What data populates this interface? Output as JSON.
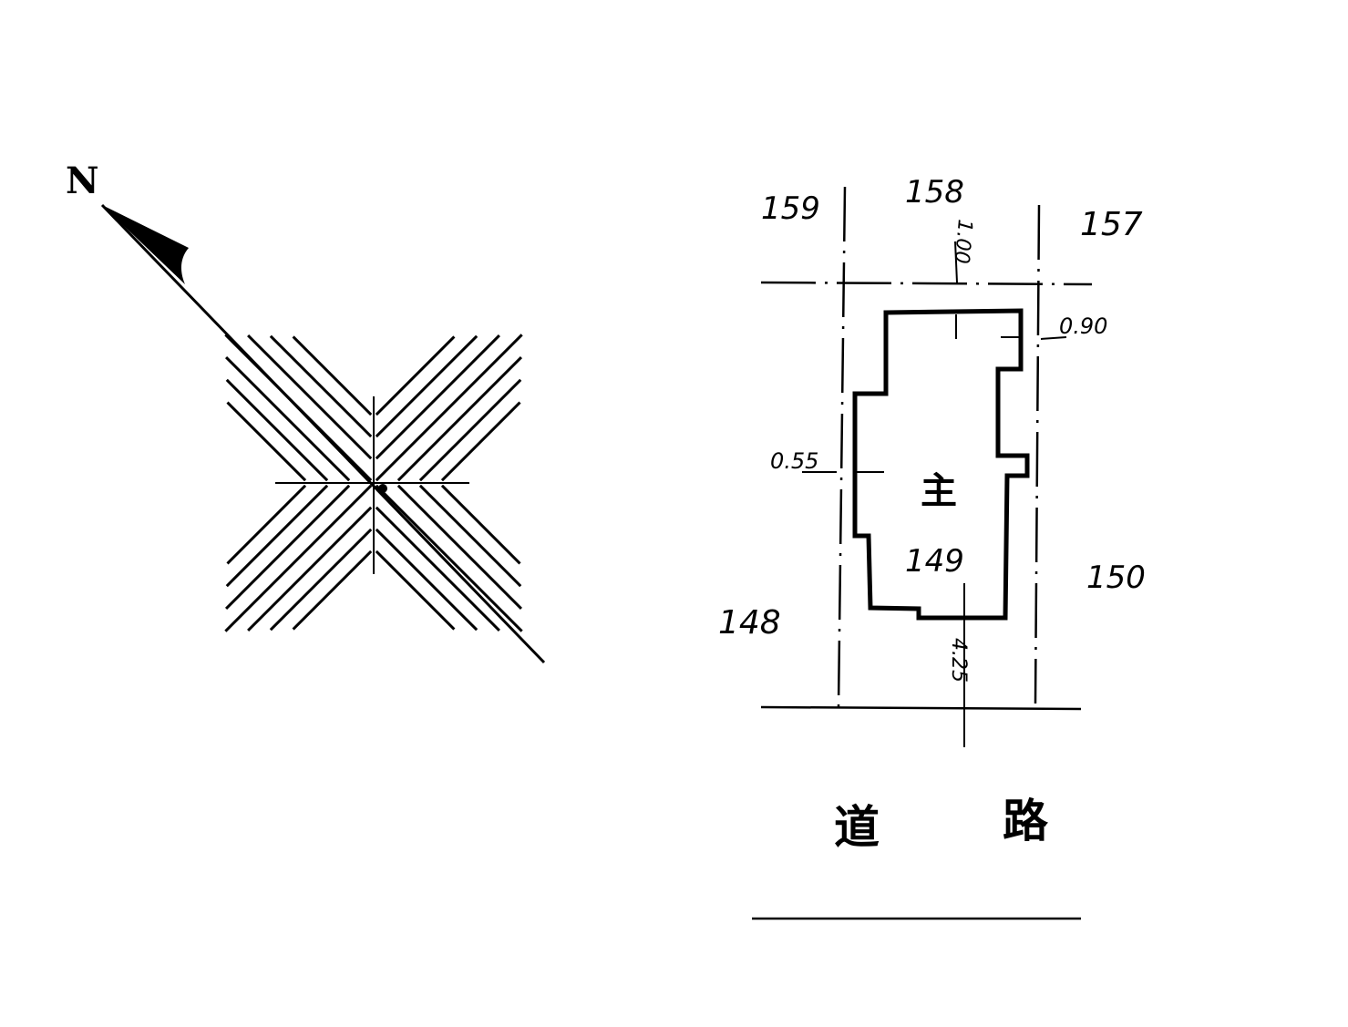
{
  "compass": {
    "north_label": "N"
  },
  "site_plan": {
    "lot_numbers": {
      "top_left": "159",
      "top_center": "158",
      "top_right": "157",
      "bottom_left": "148",
      "center": "149",
      "bottom_right": "150"
    },
    "building_label": "主",
    "dimensions": {
      "north_setback": "1.00",
      "east_setback": "0.90",
      "west_setback": "0.55",
      "south_setback": "4.25"
    },
    "road_label": [
      "道",
      "路"
    ]
  },
  "colors": {
    "ink": "#000000",
    "paper": "#ffffff"
  }
}
